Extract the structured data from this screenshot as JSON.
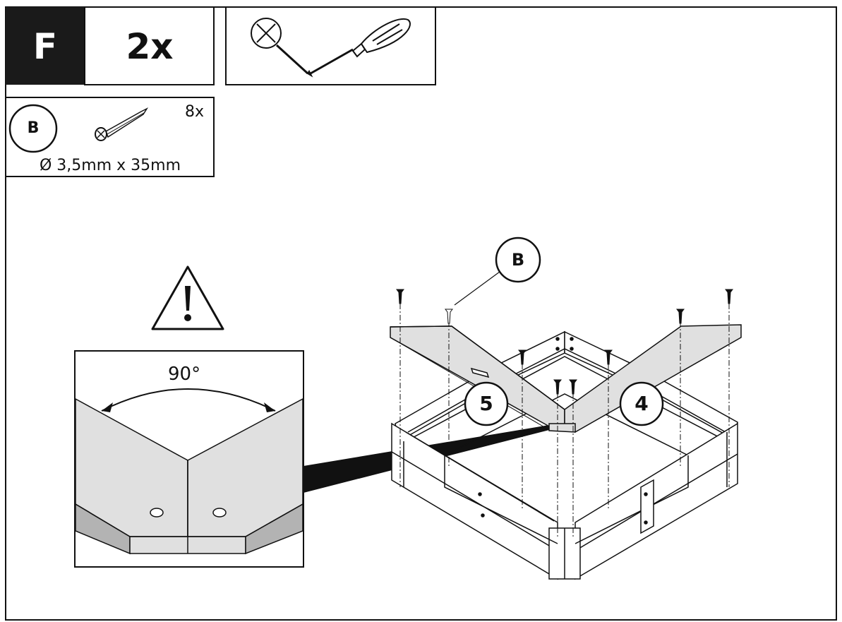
{
  "step": {
    "letter": "F",
    "quantity": "2x"
  },
  "hardware": {
    "part_label": "B",
    "count": "8x",
    "size": "Ø 3,5mm x 35mm"
  },
  "callouts": {
    "screw_label": "B",
    "part_left": "5",
    "part_right": "4"
  },
  "detail": {
    "angle": "90°"
  },
  "icons": {
    "tool": "screwdriver-icon",
    "warning": "warning-triangle-icon",
    "screw": "screw-icon"
  },
  "colors": {
    "step_bg": "#1a1a1a",
    "board_fill": "#e0e0e0",
    "board_edge": "#b3b3b3",
    "line": "#111111"
  }
}
